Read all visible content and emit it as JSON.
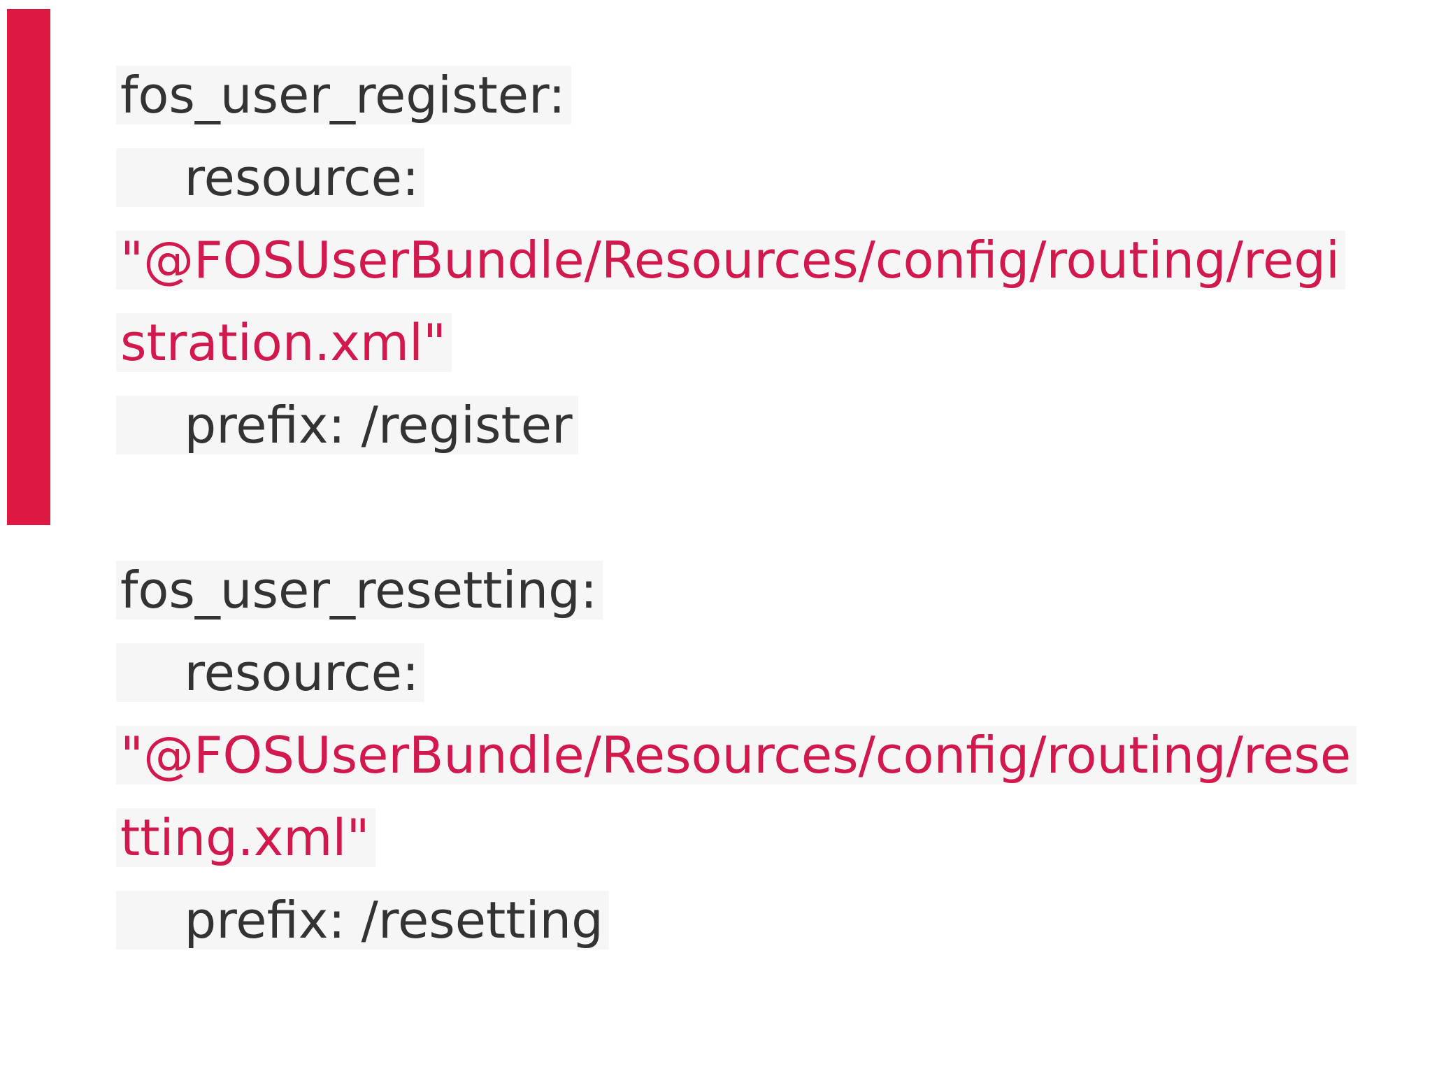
{
  "page": {
    "background": "#ffffff"
  },
  "accent_bar": {
    "color": "#dd1843"
  },
  "colors": {
    "key_text": "#333333",
    "string_text": "#d2194e",
    "line_highlight": "#f6f6f6"
  },
  "code_blocks": [
    {
      "id": "fos_user_register",
      "lines": [
        {
          "kind": "key",
          "text": "fos_user_register:"
        },
        {
          "kind": "key",
          "text": "    resource:"
        },
        {
          "kind": "string",
          "text": "\"@FOSUserBundle/Resources/config/routing/regi"
        },
        {
          "kind": "string",
          "text": "stration.xml\""
        },
        {
          "kind": "key",
          "text": "    prefix: /register"
        }
      ]
    },
    {
      "id": "fos_user_resetting",
      "lines": [
        {
          "kind": "key",
          "text": "fos_user_resetting:"
        },
        {
          "kind": "key",
          "text": "    resource:"
        },
        {
          "kind": "string",
          "text": "\"@FOSUserBundle/Resources/config/routing/rese"
        },
        {
          "kind": "string",
          "text": "tting.xml\""
        },
        {
          "kind": "key",
          "text": "    prefix: /resetting"
        }
      ]
    }
  ]
}
